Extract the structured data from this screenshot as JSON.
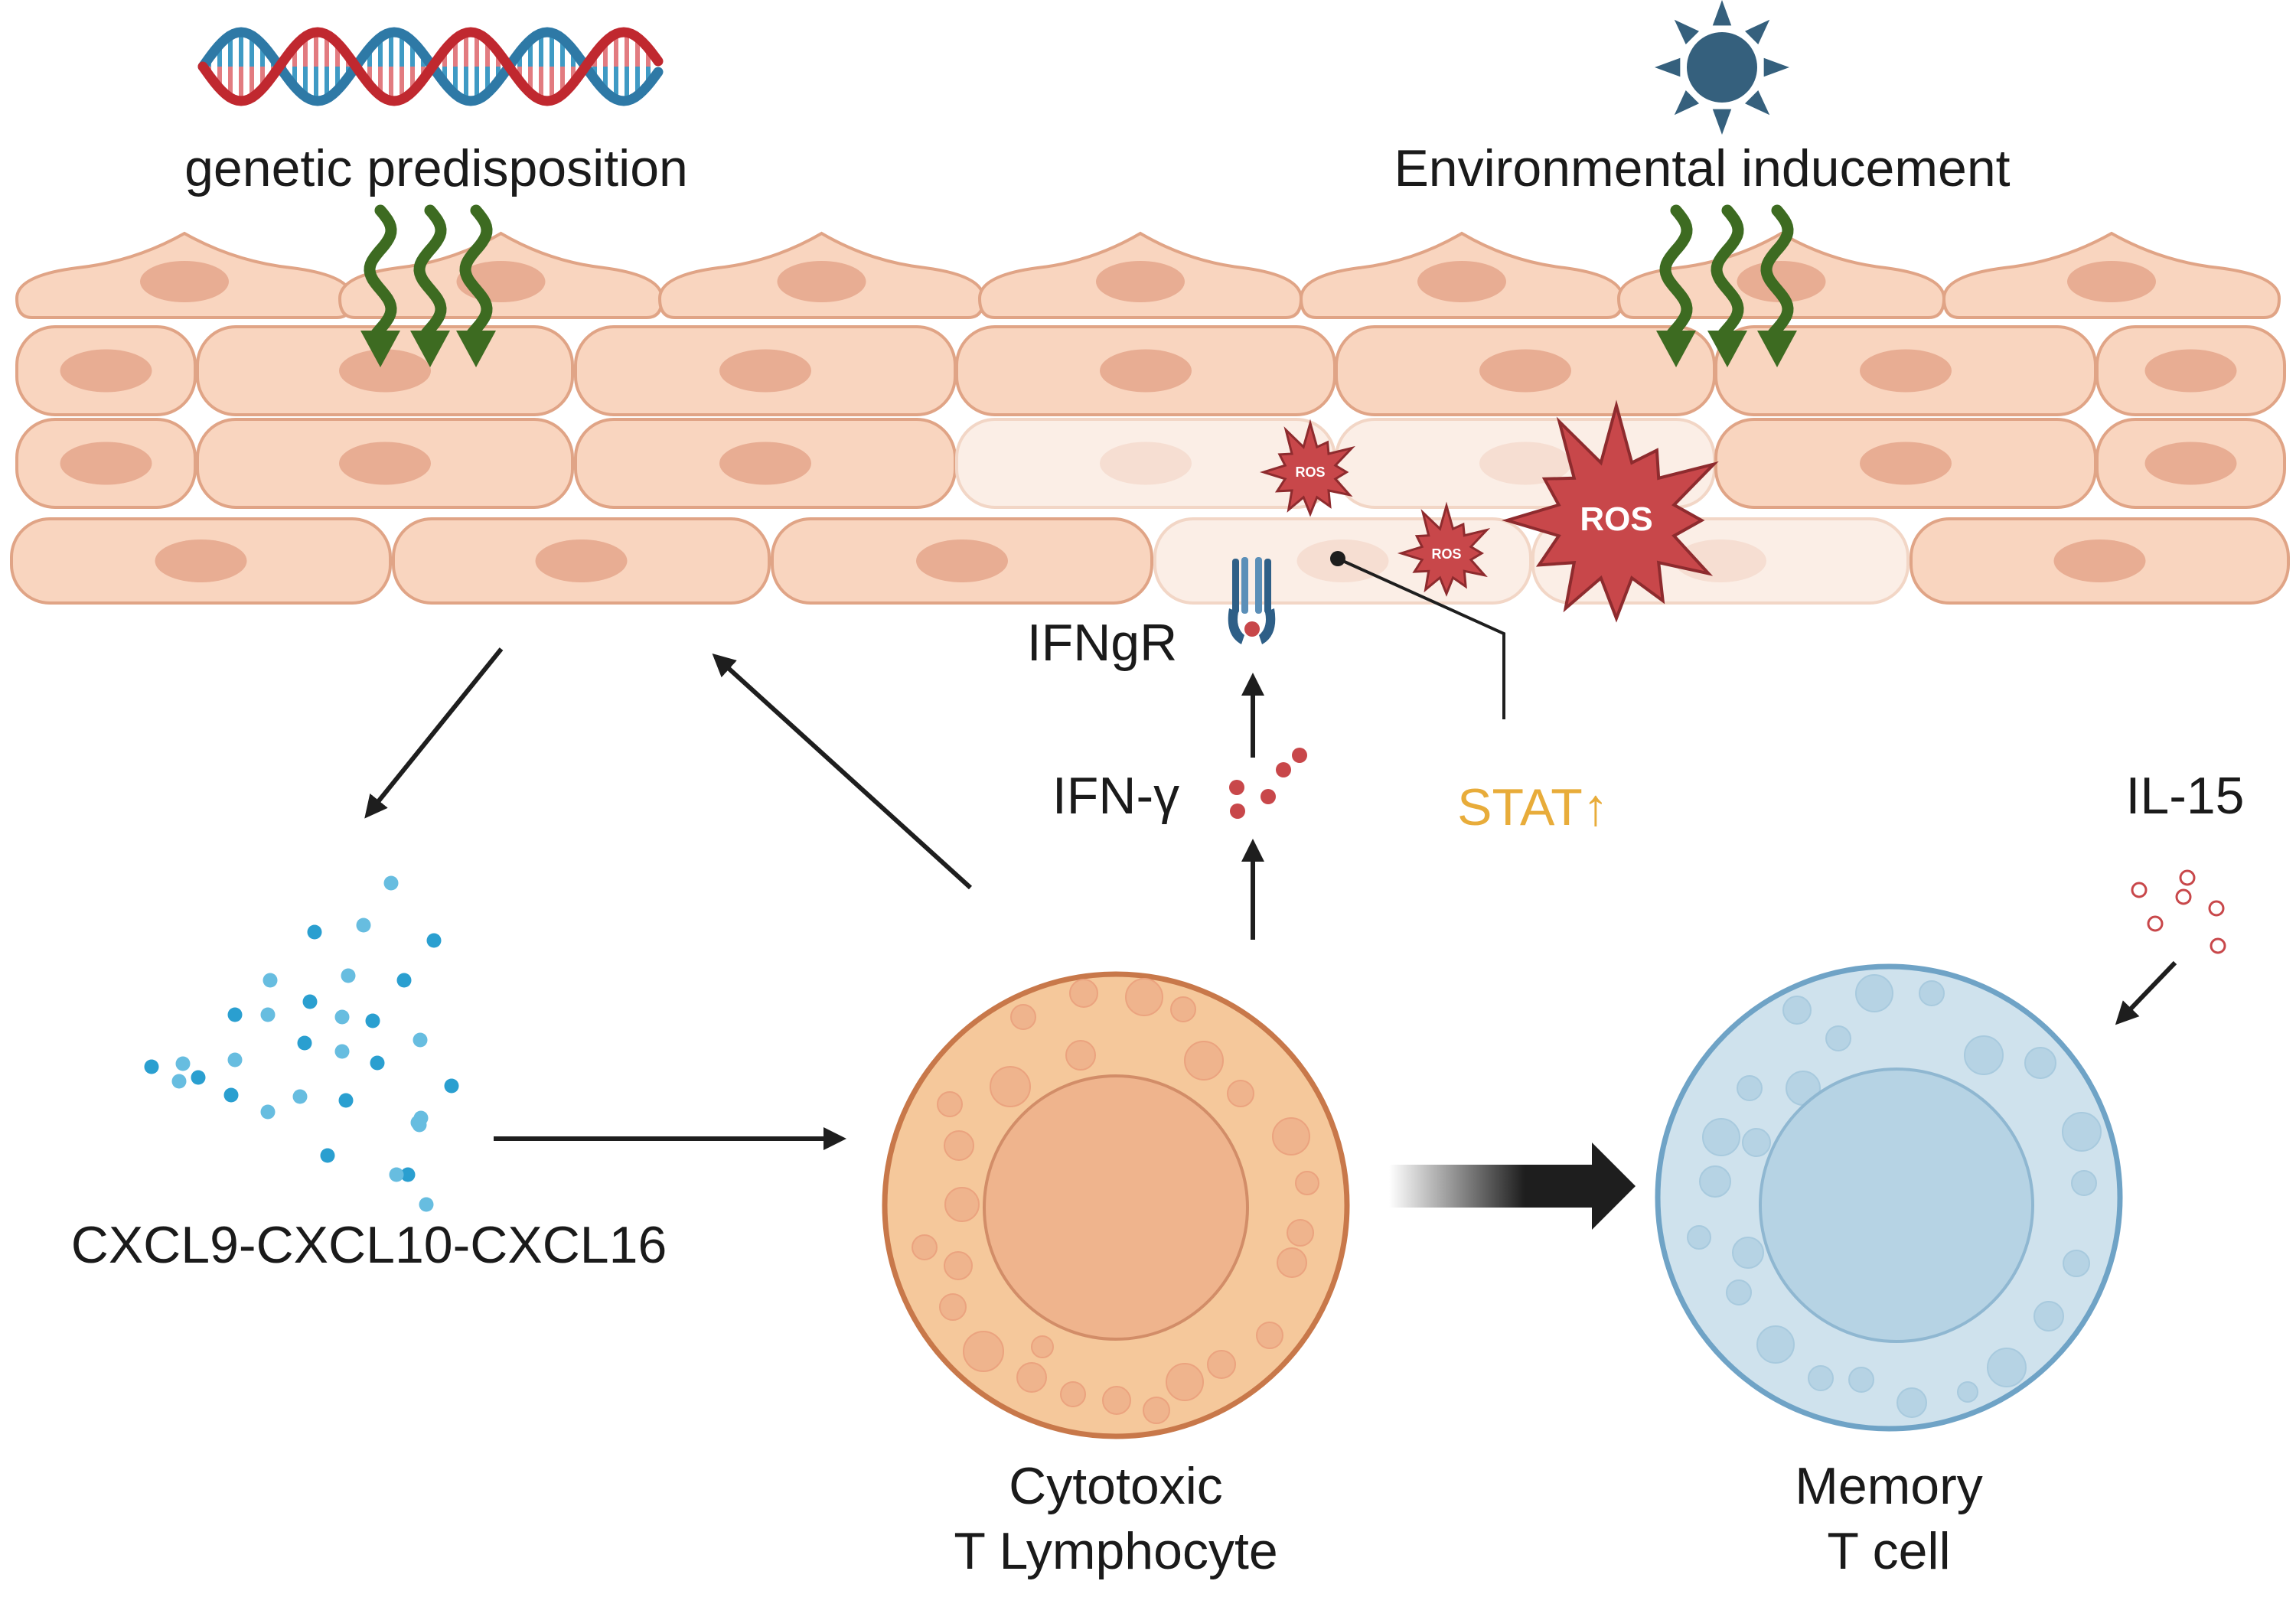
{
  "labels": {
    "genetic": "genetic predisposition",
    "environmental": "Environmental inducement",
    "ifngr": "IFNgR",
    "ifng": "IFN-γ",
    "stat": "STAT↑",
    "il15": "IL-15",
    "chemokines": "CXCL9-CXCL10-CXCL16",
    "ctl_line1": "Cytotoxic",
    "ctl_line2": "T Lymphocyte",
    "memory_line1": "Memory",
    "memory_line2": "T cell",
    "ros_large": "ROS",
    "ros_small_1": "ROS",
    "ros_small_2": "ROS"
  },
  "colors": {
    "cell_fill": "#f9d5bf",
    "cell_stroke": "#e0a486",
    "nucleus": "#e8ad93",
    "damaged_cell": "#fbeee6",
    "green_arrow": "#3d6b21",
    "ros_fill": "#c8474a",
    "dna_red": "#c0282f",
    "dna_blue": "#2e79a6",
    "sun": "#35607d",
    "ctl_fill": "#f5c89b",
    "ctl_stroke": "#c8784a",
    "memory_fill": "#cfe2ed",
    "memory_stroke": "#6fa3c6",
    "stat_text": "#e8ac3a",
    "chemokine_dot": "#2a9fd0",
    "ifng_dot": "#c8474a",
    "il15_dot": "#c8474a"
  },
  "icons": [
    "dna-icon",
    "sun-icon",
    "receptor-icon",
    "ros-burst-icon"
  ]
}
